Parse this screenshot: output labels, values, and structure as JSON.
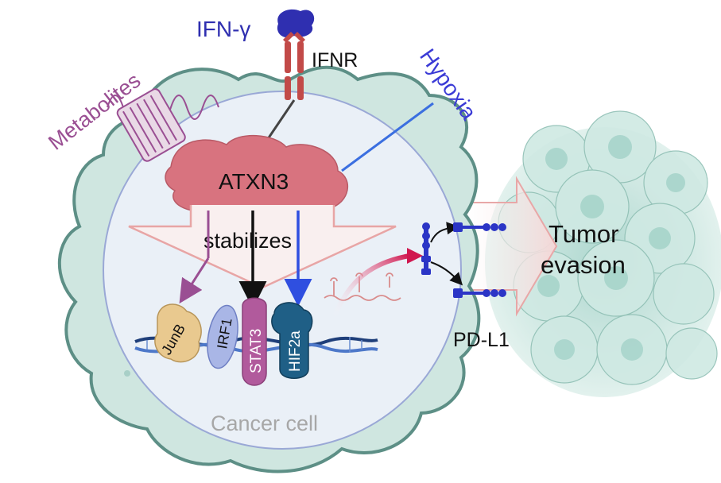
{
  "labels": {
    "ifn_gamma": "IFN-γ",
    "ifnr": "IFNR",
    "hypoxia": "Hypoxia",
    "metabolites": "Metabolites",
    "atxn3": "ATXN3",
    "stabilizes": "stabilizes",
    "junb": "JunB",
    "irf1": "IRF1",
    "stat3": "STAT3",
    "hif2a": "HIF2a",
    "pd_l1": "PD-L1",
    "tumor": "Tumor",
    "evasion": "evasion",
    "cancer_cell": "Cancer cell"
  },
  "colors": {
    "cell_fill": "#cfe6e0",
    "cell_stroke": "#5d8f86",
    "nucleus_fill": "#eaf0f7",
    "nucleus_stroke": "#9aa8d6",
    "atxn3": "#d8737f",
    "ifn_blue": "#2f2fb0",
    "hypoxia_blue": "#3b3bd6",
    "metabolite_purple": "#9a4f93",
    "receptor_red": "#c24a48",
    "junb": "#e9c98f",
    "irf1": "#a9b6e6",
    "stat3": "#b15a9c",
    "hif2a": "#1f5f86",
    "pdl1_blue": "#2b35c6",
    "magenta_arrow": "#d0174f",
    "tumor_fill": "#bfe0d8"
  }
}
